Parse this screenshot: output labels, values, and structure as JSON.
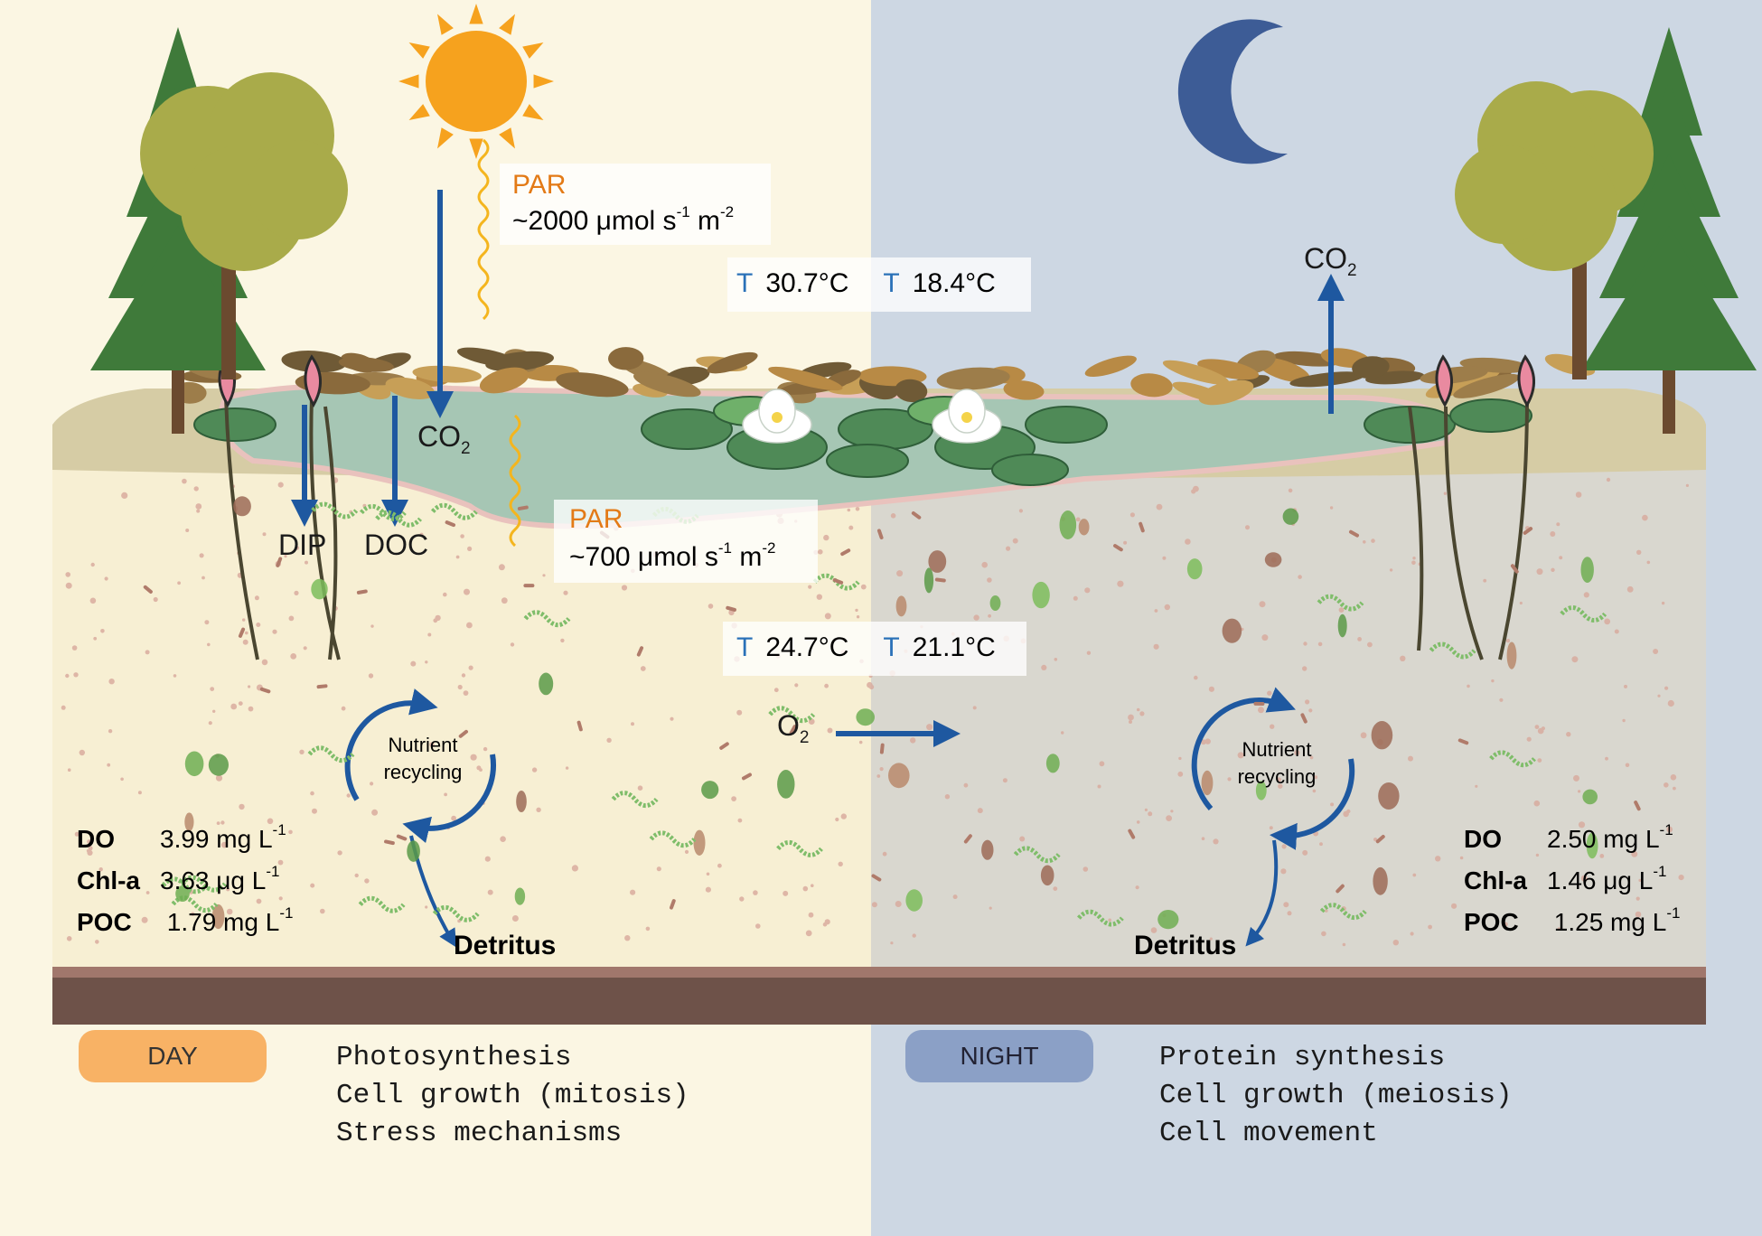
{
  "colors": {
    "day_bg": "#fbf6e3",
    "night_bg": "#cdd7e3",
    "sun": "#f6a21e",
    "moon": "#3d5c96",
    "arrow": "#1e58a0",
    "par": "#e37a16",
    "t_letter": "#2a71b8",
    "day_pill": "#f8b265",
    "night_pill": "#8ba0c6",
    "soil": "#6e5249",
    "water": "#a6c6b4"
  },
  "icons": [
    "sun-icon",
    "moon-icon",
    "tree-icon",
    "water-lily-icon",
    "microorganism-icon"
  ],
  "par_top": {
    "title": "PAR",
    "value": "~2000 μmol s",
    "exp1": "-1",
    "unit": " m",
    "exp2": "-2"
  },
  "par_mid": {
    "title": "PAR",
    "value": "~700 μmol s",
    "exp1": "-1",
    "unit": " m",
    "exp2": "-2"
  },
  "temps_top": {
    "t1_letter": "T",
    "t1_value": "30.7°C",
    "t2_letter": "T",
    "t2_value": "18.4°C"
  },
  "temps_mid": {
    "t1_letter": "T",
    "t1_value": "24.7°C",
    "t2_letter": "T",
    "t2_value": "21.1°C"
  },
  "flux": {
    "co2_in": "CO",
    "co2_in_sub": "2",
    "co2_out": "CO",
    "co2_out_sub": "2",
    "dip": "DIP",
    "doc": "DOC",
    "o2": "O",
    "o2_sub": "2"
  },
  "cycle_day": {
    "line1": "Nutrient",
    "line2": "recycling",
    "detritus": "Detritus"
  },
  "cycle_night": {
    "line1": "Nutrient",
    "line2": "recycling",
    "detritus": "Detritus"
  },
  "day_params": [
    {
      "name": "DO",
      "value": "3.99 mg L",
      "exp": "-1"
    },
    {
      "name": "Chl-a",
      "value": "3.63 μg L",
      "exp": "-1"
    },
    {
      "name": "POC",
      "value": " 1.79 mg L",
      "exp": "-1"
    }
  ],
  "night_params": [
    {
      "name": "DO",
      "value": "2.50 mg L",
      "exp": "-1"
    },
    {
      "name": "Chl-a",
      "value": "1.46 μg L",
      "exp": "-1"
    },
    {
      "name": "POC",
      "value": " 1.25 mg L",
      "exp": "-1"
    }
  ],
  "day_label": "DAY",
  "night_label": "NIGHT",
  "day_processes": [
    "Photosynthesis",
    "Cell growth (mitosis)",
    "Stress mechanisms"
  ],
  "night_processes": [
    "Protein synthesis",
    "Cell growth (meiosis)",
    "Cell movement"
  ]
}
